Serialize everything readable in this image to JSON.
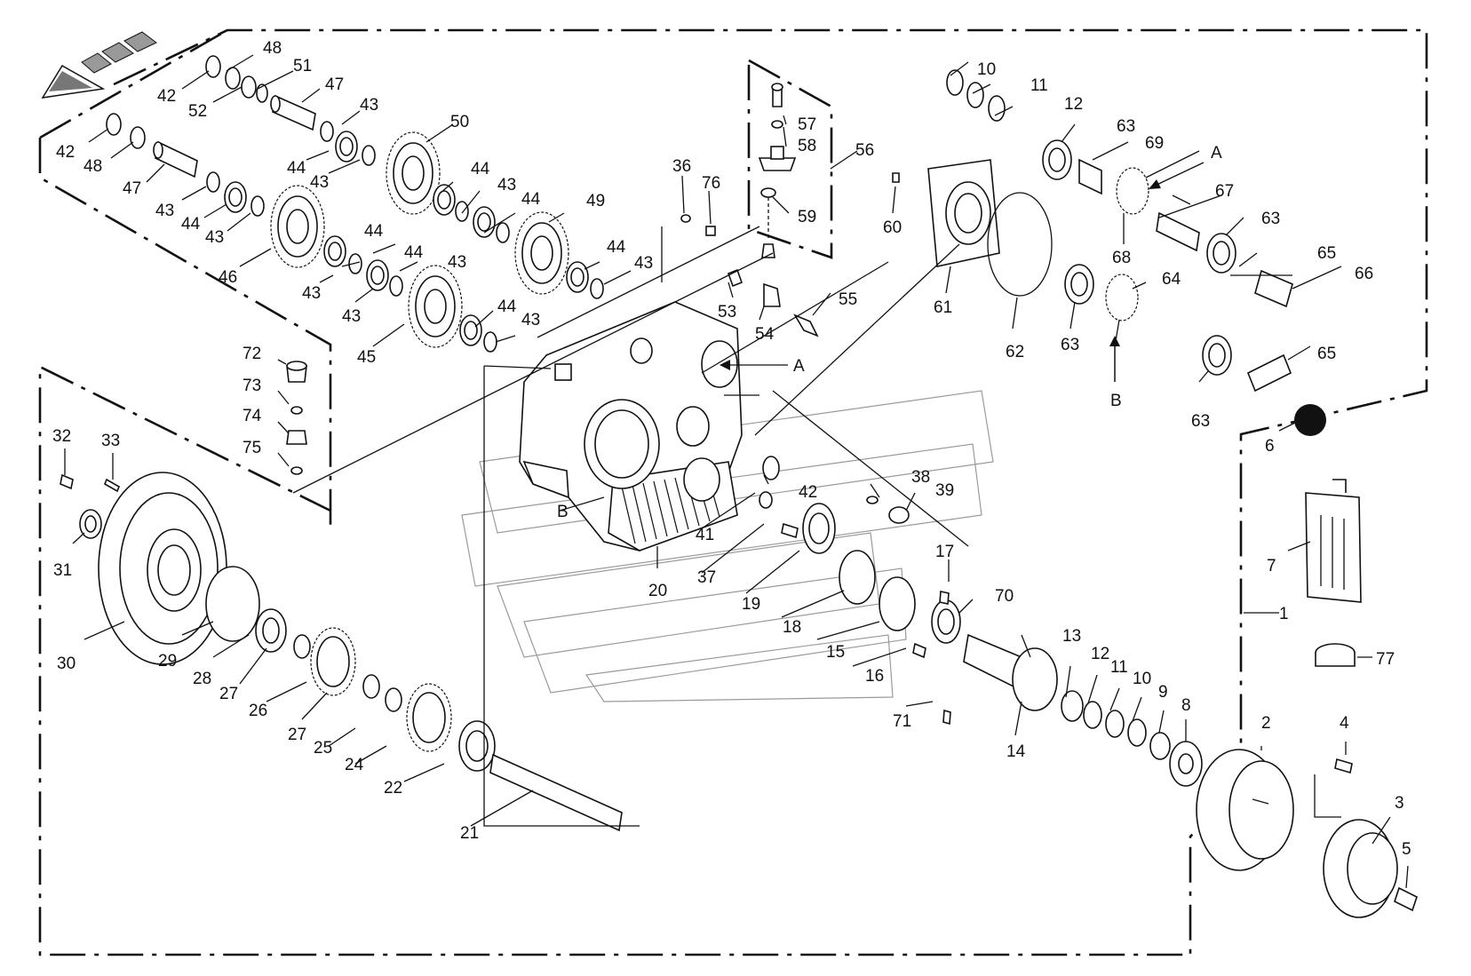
{
  "colors": {
    "ink": "#111111",
    "paper": "#ffffff",
    "ghost": "#9a9a9a"
  },
  "callouts": [
    {
      "id": "c1",
      "text": "1"
    },
    {
      "id": "c2",
      "text": "2"
    },
    {
      "id": "c3",
      "text": "3"
    },
    {
      "id": "c4",
      "text": "4"
    },
    {
      "id": "c5",
      "text": "5"
    },
    {
      "id": "c6",
      "text": "6"
    },
    {
      "id": "c7",
      "text": "7"
    },
    {
      "id": "c8",
      "text": "8"
    },
    {
      "id": "c9",
      "text": "9"
    },
    {
      "id": "c10a",
      "text": "10"
    },
    {
      "id": "c10b",
      "text": "10"
    },
    {
      "id": "c11a",
      "text": "11"
    },
    {
      "id": "c11b",
      "text": "11"
    },
    {
      "id": "c12a",
      "text": "12"
    },
    {
      "id": "c12b",
      "text": "12"
    },
    {
      "id": "c13",
      "text": "13"
    },
    {
      "id": "c14",
      "text": "14"
    },
    {
      "id": "c15",
      "text": "15"
    },
    {
      "id": "c16",
      "text": "16"
    },
    {
      "id": "c17",
      "text": "17"
    },
    {
      "id": "c18",
      "text": "18"
    },
    {
      "id": "c19",
      "text": "19"
    },
    {
      "id": "c20",
      "text": "20"
    },
    {
      "id": "c21",
      "text": "21"
    },
    {
      "id": "c22",
      "text": "22"
    },
    {
      "id": "c24",
      "text": "24"
    },
    {
      "id": "c25",
      "text": "25"
    },
    {
      "id": "c26",
      "text": "26"
    },
    {
      "id": "c27a",
      "text": "27"
    },
    {
      "id": "c27b",
      "text": "27"
    },
    {
      "id": "c28",
      "text": "28"
    },
    {
      "id": "c29",
      "text": "29"
    },
    {
      "id": "c30",
      "text": "30"
    },
    {
      "id": "c31",
      "text": "31"
    },
    {
      "id": "c32",
      "text": "32"
    },
    {
      "id": "c33",
      "text": "33"
    },
    {
      "id": "c36",
      "text": "36"
    },
    {
      "id": "c37",
      "text": "37"
    },
    {
      "id": "c38",
      "text": "38"
    },
    {
      "id": "c39",
      "text": "39"
    },
    {
      "id": "c41",
      "text": "41"
    },
    {
      "id": "c42a",
      "text": "42"
    },
    {
      "id": "c42b",
      "text": "42"
    },
    {
      "id": "c42c",
      "text": "42"
    },
    {
      "id": "c43a",
      "text": "43"
    },
    {
      "id": "c43b",
      "text": "43"
    },
    {
      "id": "c43c",
      "text": "43"
    },
    {
      "id": "c43d",
      "text": "43"
    },
    {
      "id": "c43e",
      "text": "43"
    },
    {
      "id": "c43f",
      "text": "43"
    },
    {
      "id": "c43g",
      "text": "43"
    },
    {
      "id": "c43h",
      "text": "43"
    },
    {
      "id": "c43i",
      "text": "43"
    },
    {
      "id": "c43j",
      "text": "43"
    },
    {
      "id": "c44a",
      "text": "44"
    },
    {
      "id": "c44b",
      "text": "44"
    },
    {
      "id": "c44c",
      "text": "44"
    },
    {
      "id": "c44d",
      "text": "44"
    },
    {
      "id": "c44e",
      "text": "44"
    },
    {
      "id": "c44f",
      "text": "44"
    },
    {
      "id": "c44g",
      "text": "44"
    },
    {
      "id": "c44h",
      "text": "44"
    },
    {
      "id": "c45",
      "text": "45"
    },
    {
      "id": "c46",
      "text": "46"
    },
    {
      "id": "c47a",
      "text": "47"
    },
    {
      "id": "c47b",
      "text": "47"
    },
    {
      "id": "c48a",
      "text": "48"
    },
    {
      "id": "c48b",
      "text": "48"
    },
    {
      "id": "c49",
      "text": "49"
    },
    {
      "id": "c50",
      "text": "50"
    },
    {
      "id": "c51",
      "text": "51"
    },
    {
      "id": "c52",
      "text": "52"
    },
    {
      "id": "c53",
      "text": "53"
    },
    {
      "id": "c54",
      "text": "54"
    },
    {
      "id": "c55",
      "text": "55"
    },
    {
      "id": "c56",
      "text": "56"
    },
    {
      "id": "c57",
      "text": "57"
    },
    {
      "id": "c58",
      "text": "58"
    },
    {
      "id": "c59",
      "text": "59"
    },
    {
      "id": "c60",
      "text": "60"
    },
    {
      "id": "c61",
      "text": "61"
    },
    {
      "id": "c62",
      "text": "62"
    },
    {
      "id": "c63a",
      "text": "63"
    },
    {
      "id": "c63b",
      "text": "63"
    },
    {
      "id": "c63c",
      "text": "63"
    },
    {
      "id": "c63d",
      "text": "63"
    },
    {
      "id": "c64",
      "text": "64"
    },
    {
      "id": "c65a",
      "text": "65"
    },
    {
      "id": "c65b",
      "text": "65"
    },
    {
      "id": "c66",
      "text": "66"
    },
    {
      "id": "c67",
      "text": "67"
    },
    {
      "id": "c68",
      "text": "68"
    },
    {
      "id": "c69",
      "text": "69"
    },
    {
      "id": "c70",
      "text": "70"
    },
    {
      "id": "c71",
      "text": "71"
    },
    {
      "id": "c72",
      "text": "72"
    },
    {
      "id": "c73",
      "text": "73"
    },
    {
      "id": "c74",
      "text": "74"
    },
    {
      "id": "c75",
      "text": "75"
    },
    {
      "id": "c76",
      "text": "76"
    },
    {
      "id": "c77",
      "text": "77"
    },
    {
      "id": "cA1",
      "text": "A"
    },
    {
      "id": "cA2",
      "text": "A"
    },
    {
      "id": "cB1",
      "text": "B"
    },
    {
      "id": "cB2",
      "text": "B"
    }
  ]
}
